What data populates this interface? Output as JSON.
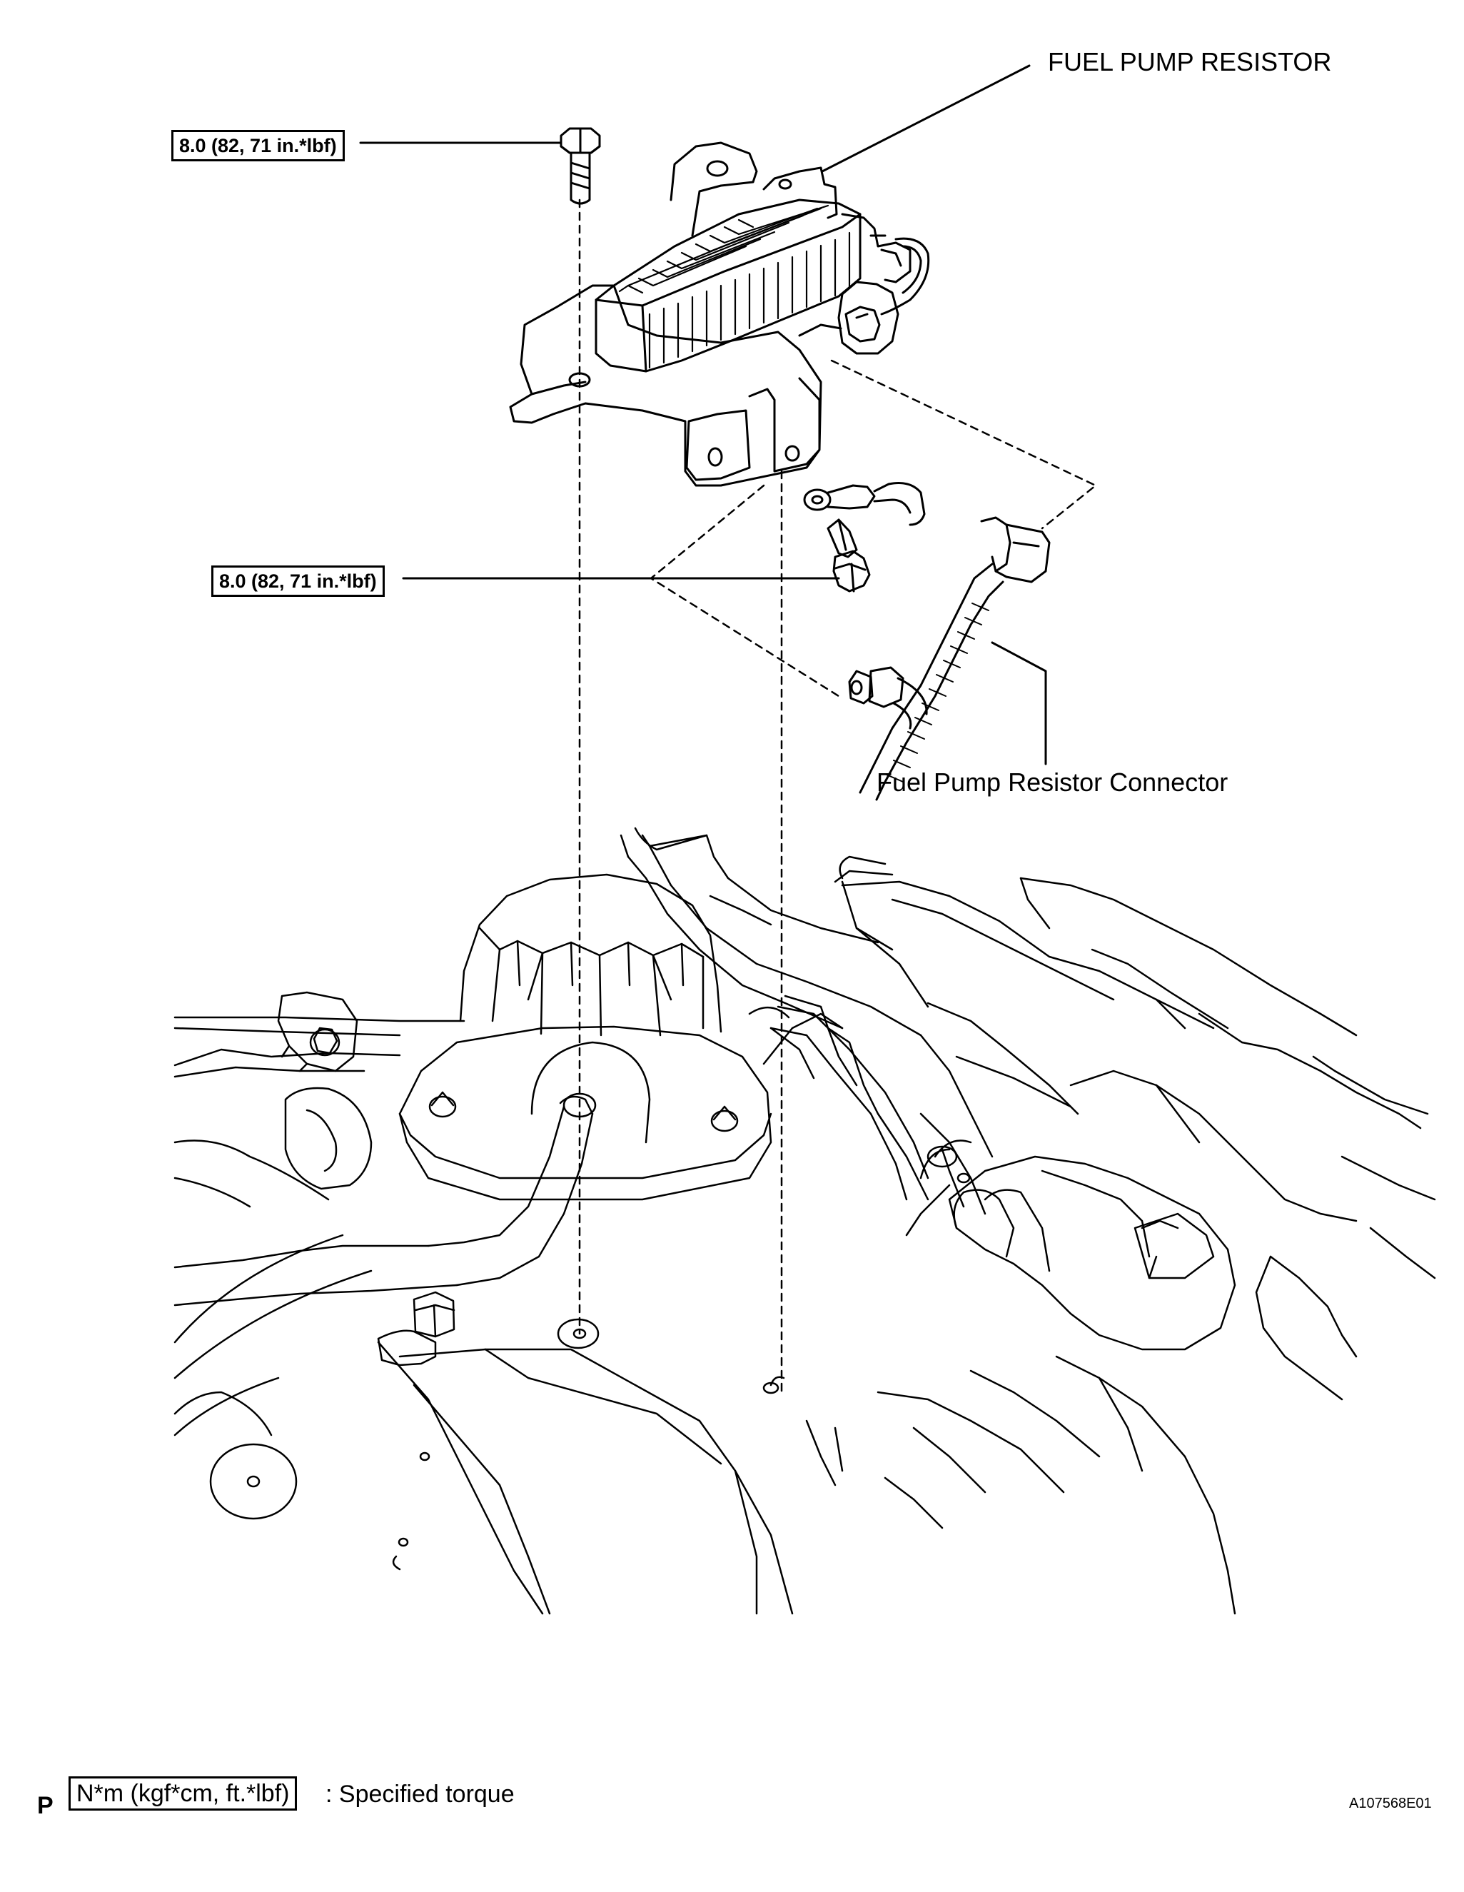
{
  "labels": {
    "fuel_pump_resistor": "FUEL PUMP RESISTOR",
    "fuel_pump_resistor_connector": "Fuel Pump Resistor Connector",
    "torque_top": "8.0 (82, 71 in.*lbf)",
    "torque_mid": "8.0 (82, 71 in.*lbf)"
  },
  "legend": {
    "unit_box": "N*m (kgf*cm, ft.*lbf)",
    "description": ": Specified torque"
  },
  "footer": {
    "section_letter": "P",
    "figure_id": "A107568E01"
  }
}
